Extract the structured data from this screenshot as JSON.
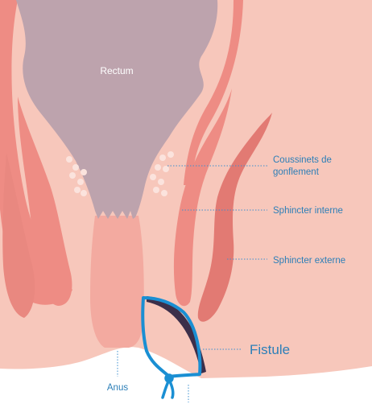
{
  "labels": {
    "rectum": "Rectum",
    "cushions_line1": "Coussinets de",
    "cushions_line2": "gonflement",
    "internal_sphincter": "Sphincter interne",
    "external_sphincter": "Sphincter externe",
    "fistula": "Fistule",
    "anus": "Anus"
  },
  "colors": {
    "background_tissue": "#f7c7bb",
    "muscle": "#ee8c84",
    "muscle_dark": "#e27a73",
    "rectum": "#bda3ad",
    "anal_canal": "#f3aaa0",
    "fistula_line": "#1a8fd3",
    "fistula_dark": "#3c2f4a",
    "label_blue": "#2c7fb8"
  }
}
